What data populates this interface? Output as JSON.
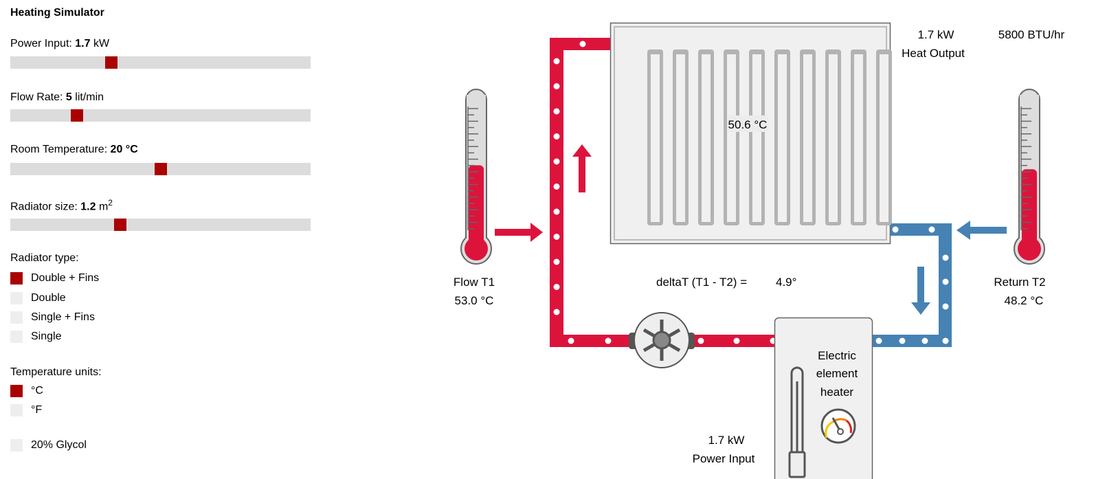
{
  "title": "Heating Simulator",
  "sliders": [
    {
      "label": "Power Input: ",
      "value": "1.7",
      "unit": " kW",
      "fraction": 0.33
    },
    {
      "label": "Flow Rate: ",
      "value": "5",
      "unit": " lit/min",
      "fraction": 0.21
    },
    {
      "label": "Room Temperature: ",
      "value": "20 °C",
      "unit": "",
      "fraction": 0.5
    },
    {
      "label": "Radiator size: ",
      "value": "1.2",
      "unit": " m",
      "sup": "2",
      "fraction": 0.36
    }
  ],
  "radiator_type": {
    "label": "Radiator type:",
    "options": [
      "Double + Fins",
      "Double",
      "Single + Fins",
      "Single"
    ],
    "selected": 0
  },
  "temp_units": {
    "label": "Temperature units:",
    "options": [
      "°C",
      "°F"
    ],
    "selected": 0
  },
  "glycol": {
    "label": "20% Glycol",
    "checked": false
  },
  "diagram": {
    "radiator_temp": "50.6 °C",
    "heat_output_kw": "1.7 kW",
    "heat_output_label": "Heat Output",
    "btu": "5800 BTU/hr",
    "flow_label": "Flow T1",
    "flow_temp": "53.0 °C",
    "flow_fill": 0.55,
    "return_label": "Return T2",
    "return_temp": "48.2 °C",
    "return_fill": 0.52,
    "delta_label": "deltaT (T1 - T2) =",
    "delta_value": "4.9°",
    "heater_lines": [
      "Electric",
      "element",
      "heater"
    ],
    "power_kw": "1.7 kW",
    "power_label": "Power Input",
    "colors": {
      "hot": "#dc143c",
      "cold": "#4682b4",
      "thumb": "#aa0000"
    }
  }
}
